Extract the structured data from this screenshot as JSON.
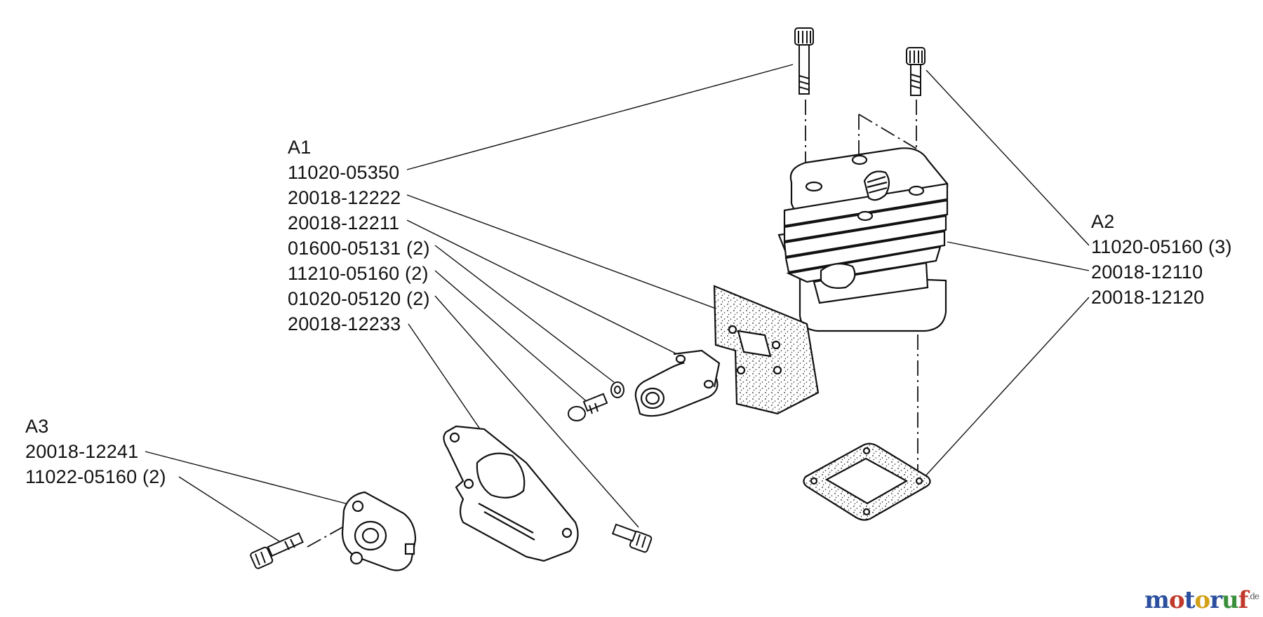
{
  "groups": [
    {
      "id": "A1",
      "parts": [
        "11020-05350",
        "20018-12222",
        "20018-12211",
        "01600-05131 (2)",
        "11210-05160 (2)",
        "01020-05120 (2)",
        "20018-12233"
      ]
    },
    {
      "id": "A2",
      "parts": [
        "11020-05160 (3)",
        "20018-12110",
        "20018-12120"
      ]
    },
    {
      "id": "A3",
      "parts": [
        "20018-12241",
        "11022-05160 (2)"
      ]
    }
  ],
  "watermark": {
    "letters": [
      "m",
      "o",
      "t",
      "o",
      "r",
      "u",
      "f"
    ],
    "letter_colors": [
      "#2b4f9e",
      "#c0392b",
      "#2b4f9e",
      "#d4a017",
      "#2b4f9e",
      "#3a8f3a",
      "#c0392b"
    ],
    "suffix": ".de"
  }
}
